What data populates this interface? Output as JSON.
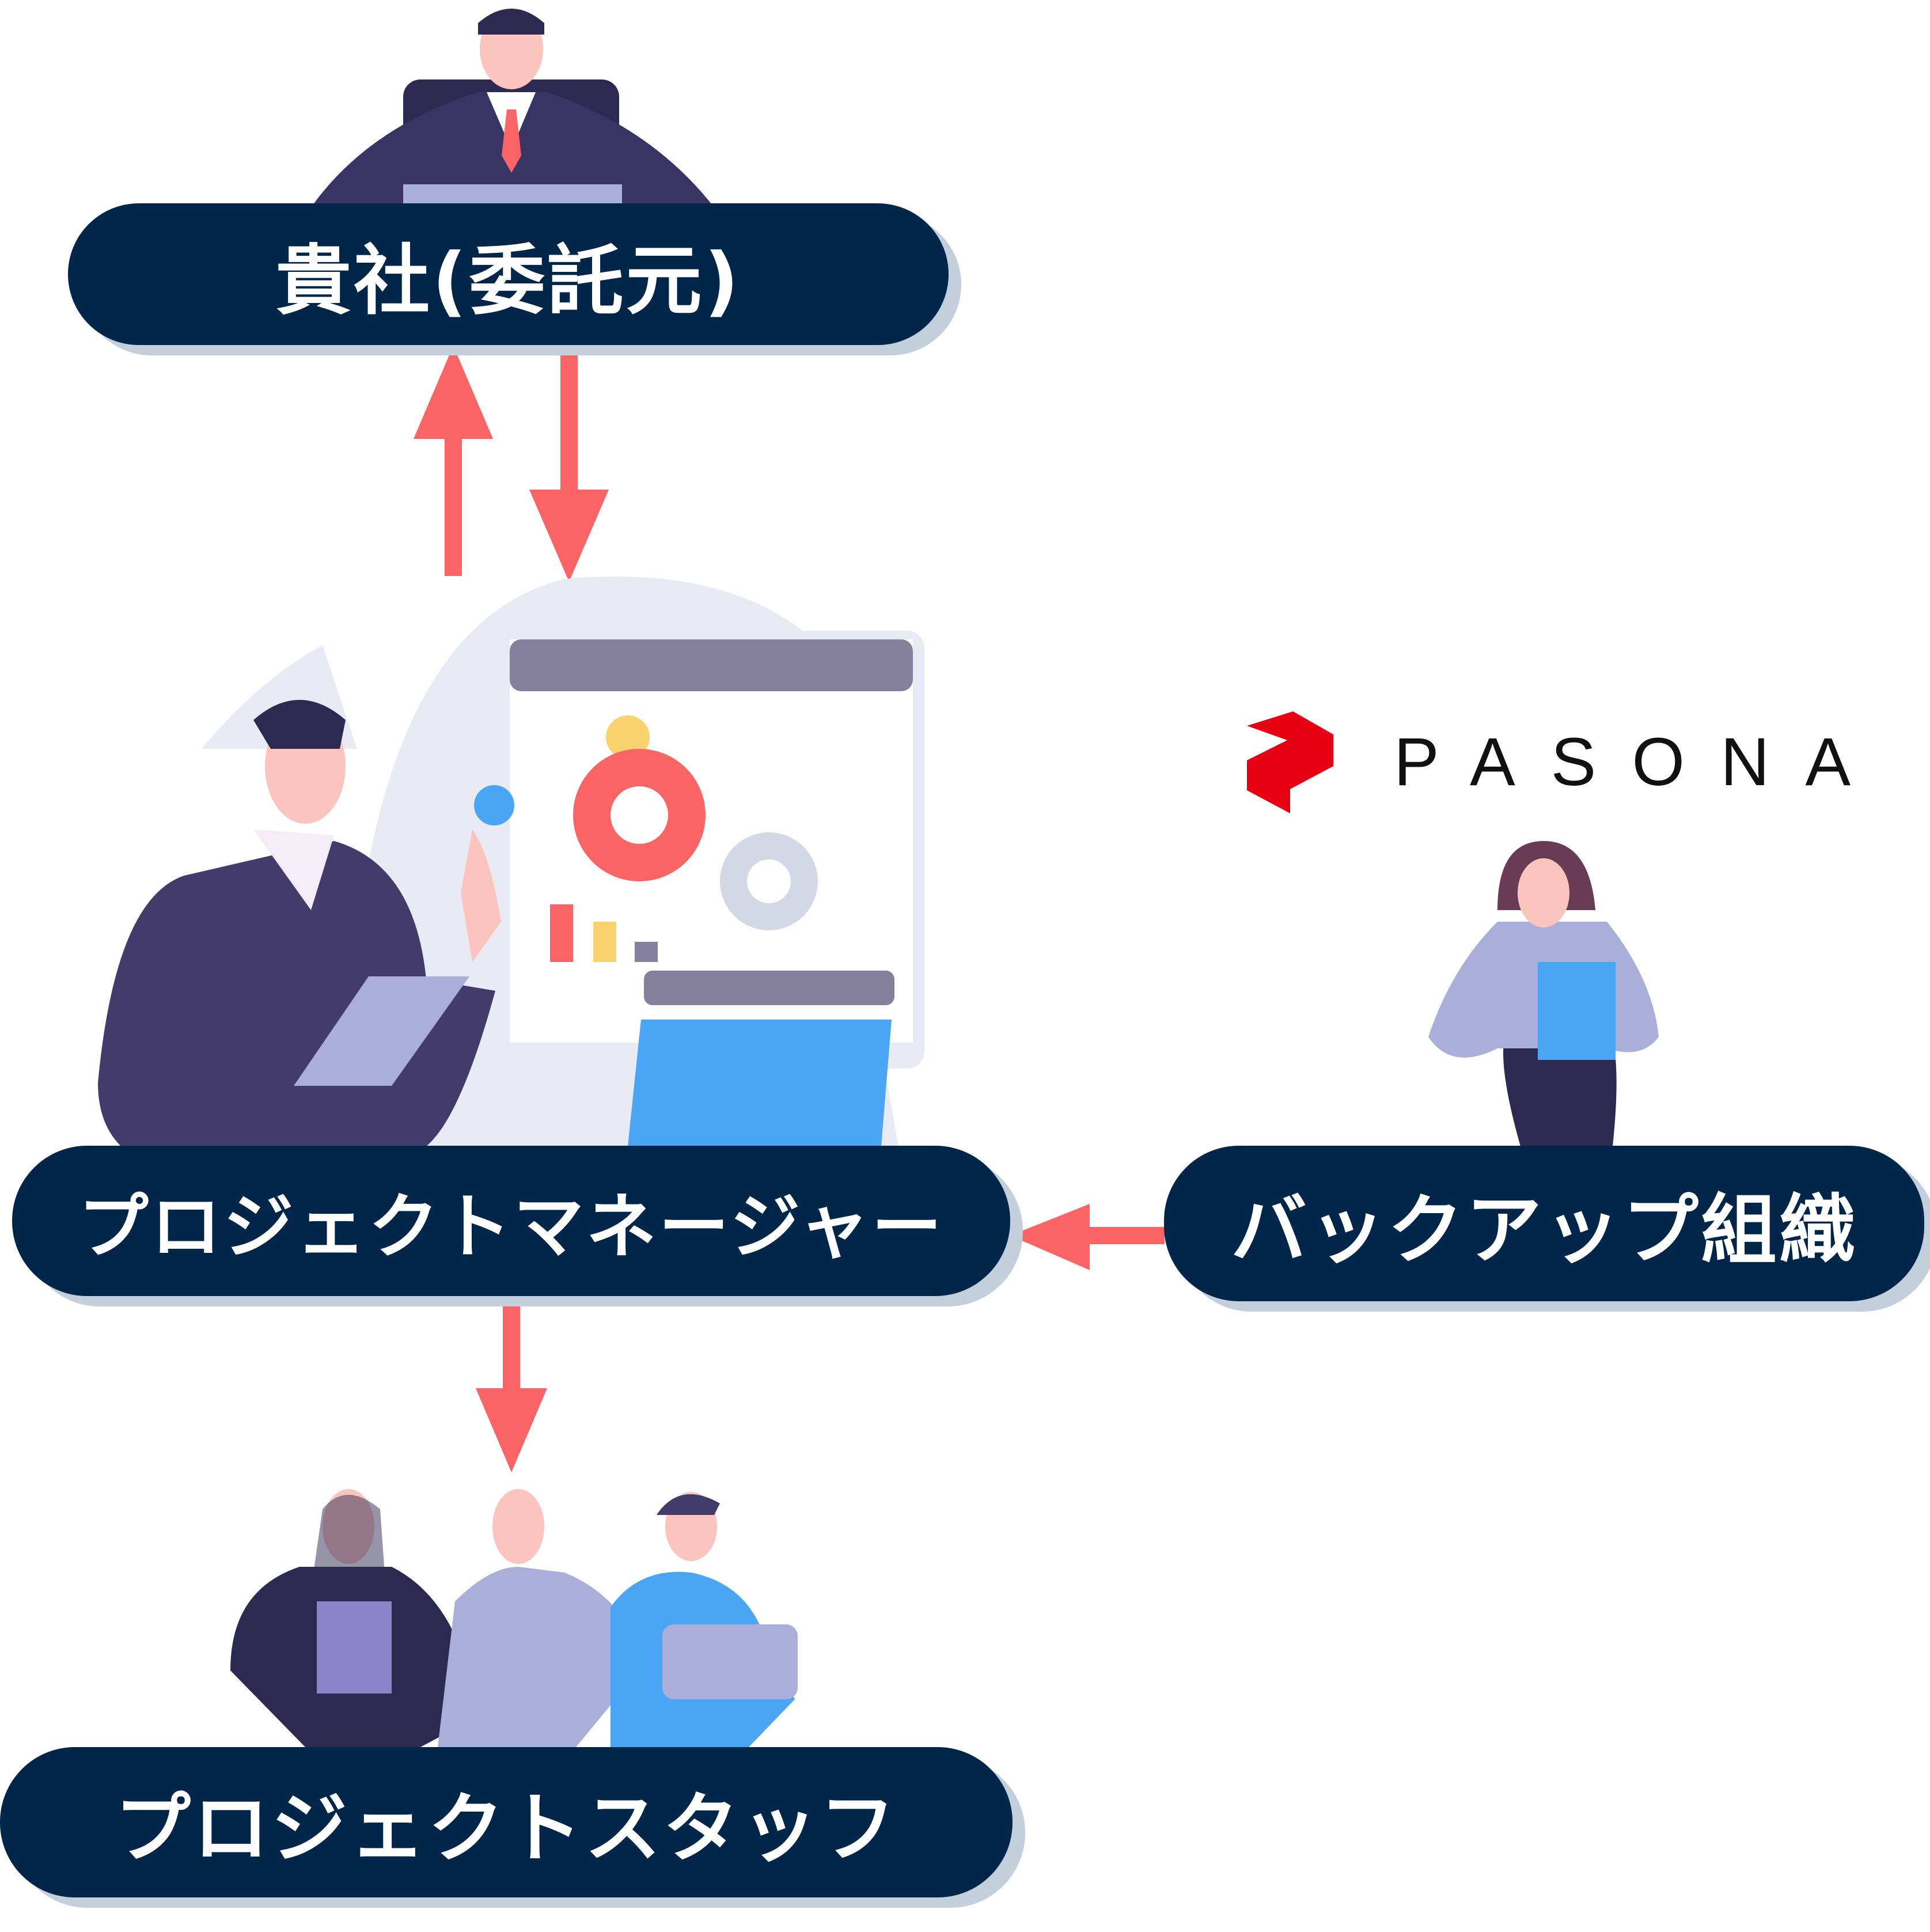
{
  "nodes": {
    "client": "貴社(委託元)",
    "project_manager": "プロジェクトマネージャー",
    "backup": "バックアップ組織",
    "staff": "プロジェクトスタッフ"
  },
  "logo": {
    "text": "PASONA",
    "color": "#e60012"
  },
  "colors": {
    "node_bg": "#02264a",
    "arrow": "#fa6464",
    "shadow": "#c3d0dc"
  }
}
